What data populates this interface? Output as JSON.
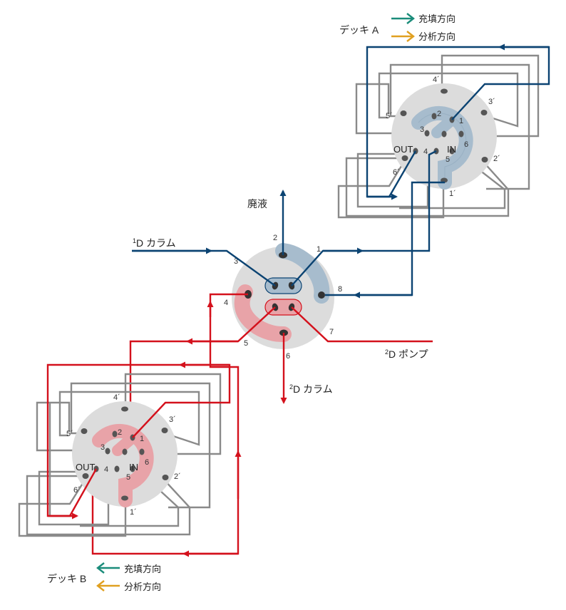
{
  "labels": {
    "deck_a": "デッキ A",
    "deck_b": "デッキ B",
    "fill_direction": "充填方向",
    "analysis_direction": "分析方向",
    "waste": "廃液",
    "column_1d_sup": "1",
    "column_1d": "D カラム",
    "column_2d_sup": "2",
    "column_2d": "D カラム",
    "pump_2d_sup": "2",
    "pump_2d": "D ポンプ",
    "out": "OUT",
    "in": "IN"
  },
  "central_valve_ports": [
    "1",
    "2",
    "3",
    "4",
    "5",
    "6",
    "7",
    "8"
  ],
  "deck_ports_inner": [
    "1",
    "2",
    "3",
    "4",
    "5",
    "6"
  ],
  "deck_ports_outer": [
    "1´",
    "2´",
    "3´",
    "4´",
    "5´",
    "6´"
  ],
  "colors": {
    "blue_line": "#0b4372",
    "red_line": "#d4111c",
    "grey_line": "#8a8a8a",
    "fill_arrow": "#1a8c7a",
    "analysis_arrow": "#e0a020",
    "valve_disc": "#dcdcdc",
    "blue_channel": "#a7bccd",
    "red_channel": "#e8a3a8"
  }
}
